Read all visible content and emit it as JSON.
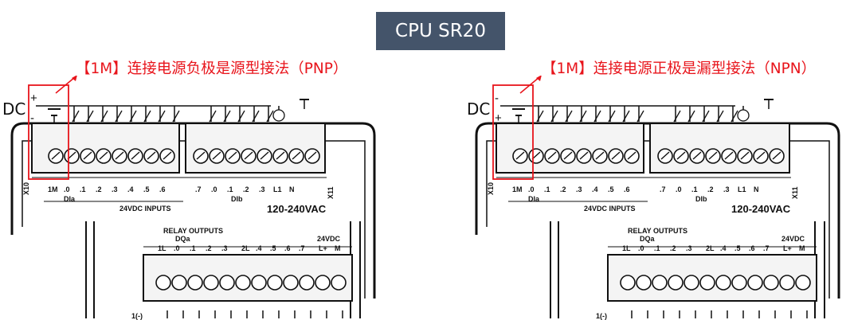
{
  "title": "CPU SR20",
  "panels": [
    {
      "caption": "【1M】连接电源负极是源型接法（PNP）",
      "dc_label": "DC",
      "top_sign": "+",
      "bottom_sign": "-"
    },
    {
      "caption": "【1M】连接电源正极是漏型接法（NPN）",
      "dc_label": "DC",
      "top_sign": "-",
      "bottom_sign": "+"
    }
  ],
  "plc": {
    "x10": "X10",
    "x11": "X11",
    "input_terminals_a": [
      "1M",
      ".0",
      ".1",
      ".2",
      ".3",
      ".4",
      ".5",
      ".6"
    ],
    "input_terminals_b": [
      ".7",
      ".0",
      ".1",
      ".2",
      ".3"
    ],
    "power_terminals": [
      "L1",
      "N"
    ],
    "dia": "DIa",
    "dib": "DIb",
    "inputs_label": "24VDC INPUTS",
    "ac_label": "120-240VAC",
    "relay_label": "RELAY OUTPUTS",
    "dqa": "DQa",
    "output_terminals_a": [
      "1L",
      ".0",
      ".1",
      ".2",
      ".3"
    ],
    "output_terminals_b": [
      "2L",
      ".4",
      ".5",
      ".6",
      ".7"
    ],
    "dc_out_label": "24VDC",
    "dc_out_terminals": [
      "L+",
      "M"
    ],
    "bottom_label": "1(-)"
  },
  "colors": {
    "title_bg": "#44546a",
    "caption": "#e8141b",
    "highlight": "#e8141b",
    "line": "#111111"
  }
}
